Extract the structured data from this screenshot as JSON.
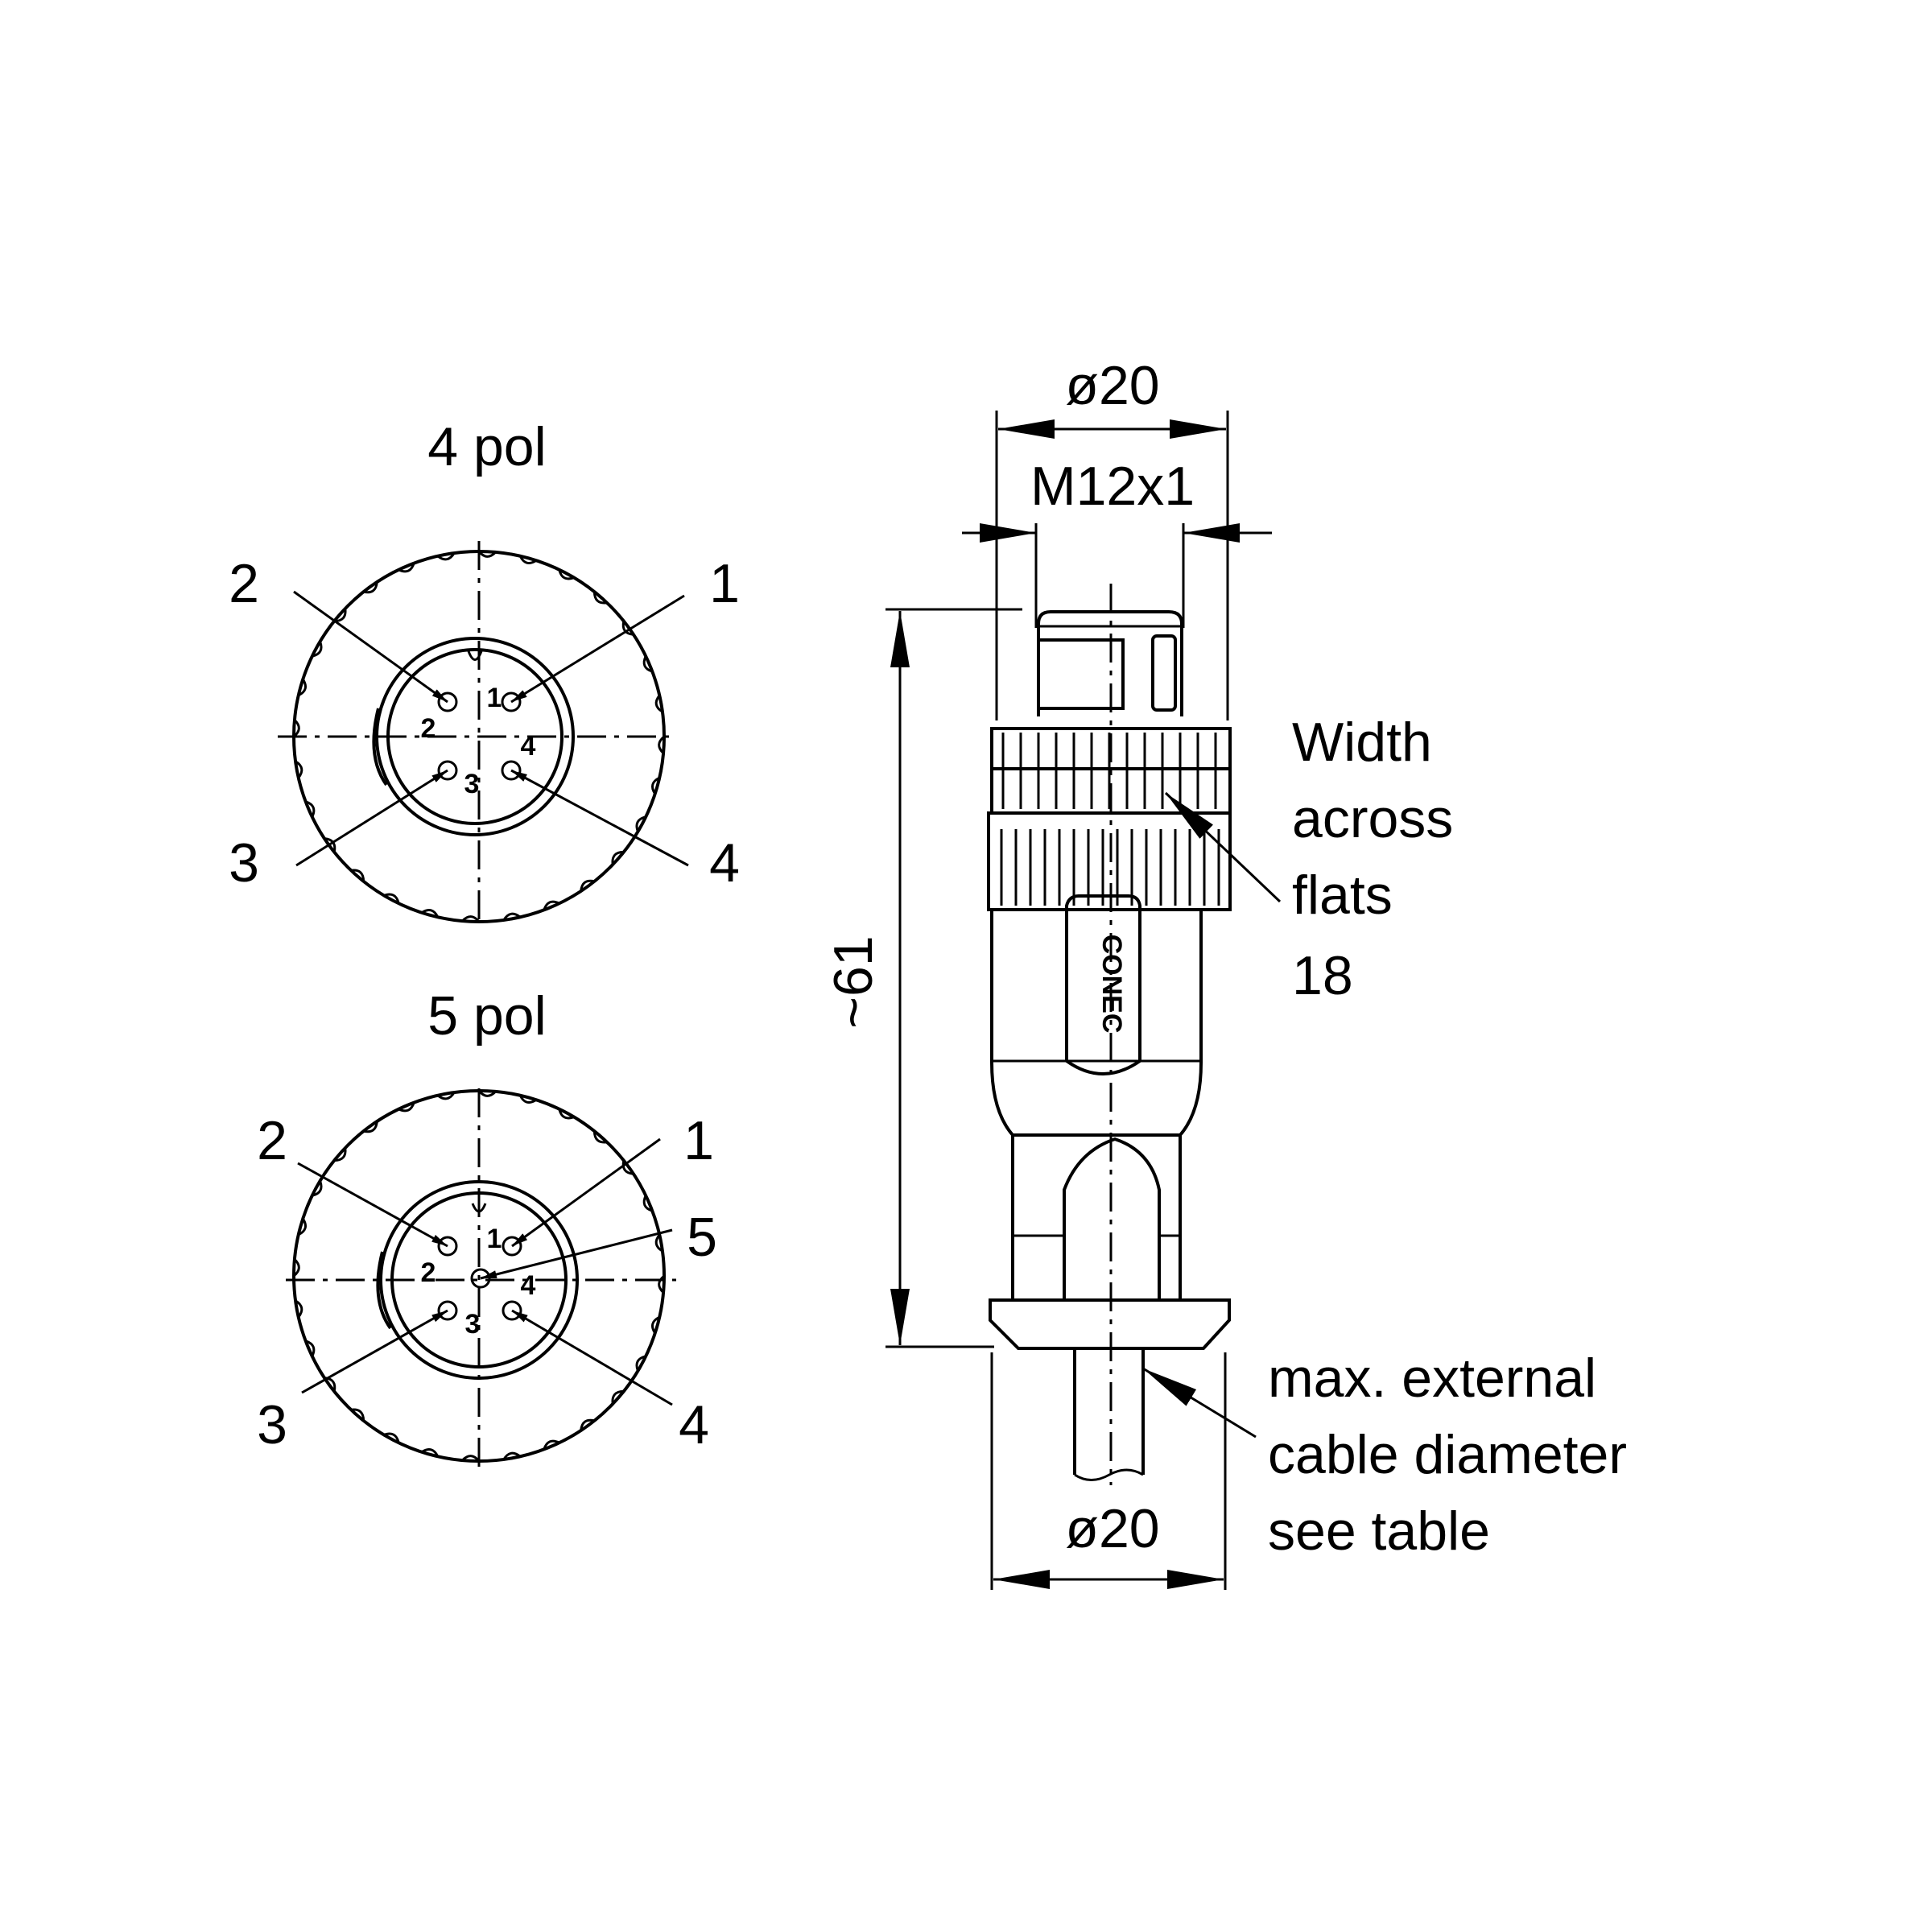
{
  "views": {
    "four_pole": {
      "title": "4 pol",
      "pin_callouts": [
        "1",
        "2",
        "3",
        "4"
      ],
      "pin_numbers": [
        "1",
        "2",
        "3",
        "4"
      ]
    },
    "five_pole": {
      "title": "5 pol",
      "pin_callouts": [
        "1",
        "2",
        "3",
        "4",
        "5"
      ],
      "pin_numbers": [
        "1",
        "2",
        "3",
        "4"
      ]
    }
  },
  "side_view": {
    "dim_top_diameter": "ø20",
    "dim_thread": "M12x1",
    "dim_length": "~61",
    "dim_bottom_diameter": "ø20",
    "logo_text": "CONEC",
    "note_width_across_flats": [
      "Width",
      "across",
      "flats",
      "18"
    ],
    "note_cable": [
      "max. external",
      "cable diameter",
      "see table"
    ]
  }
}
